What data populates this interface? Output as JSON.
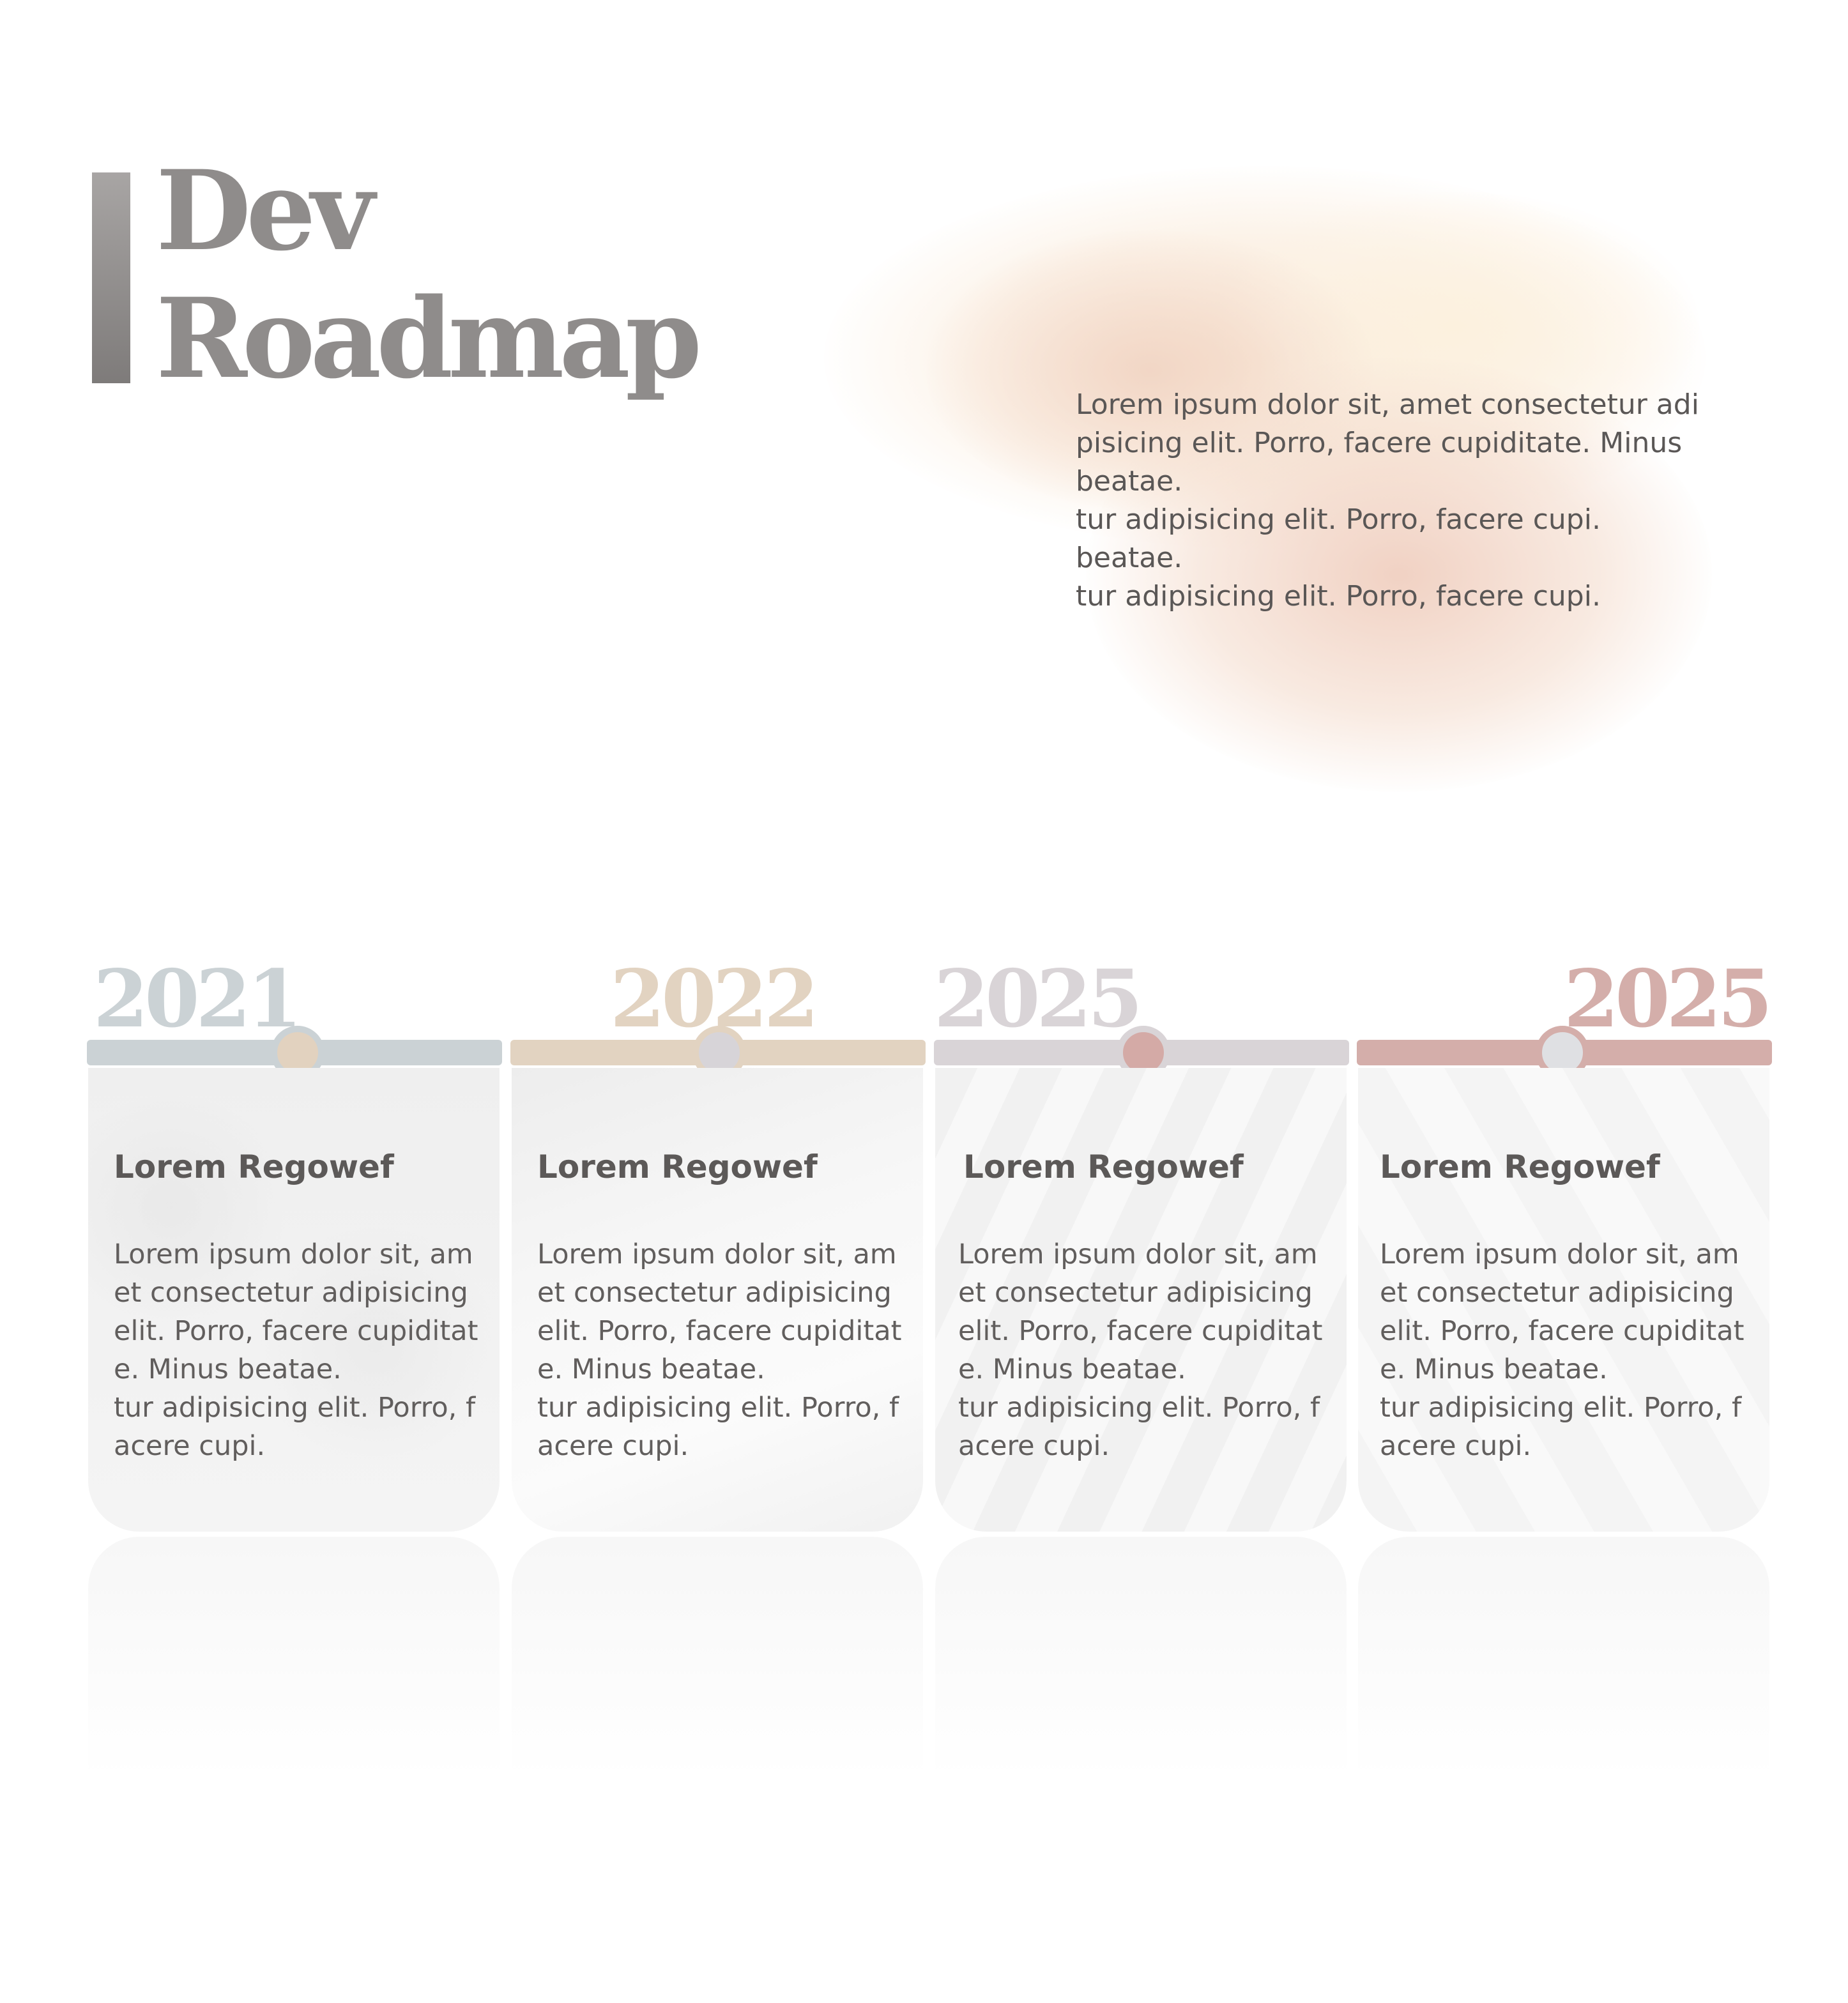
{
  "title": {
    "line1": "Dev",
    "line2": "Roadmap"
  },
  "intro_text": "Lorem ipsum dolor sit, amet consectetur adi\npisicing elit. Porro, facere cupiditate. Minus\nbeatae.\ntur adipisicing elit. Porro, facere cupi.\nbeatae.\ntur adipisicing elit. Porro, facere cupi.",
  "timeline": [
    {
      "year": "2021",
      "heading": "Lorem Regowef",
      "body": "Lorem ipsum dolor sit, am\net consectetur adipisicing\nelit. Porro, facere cupiditat\ne. Minus beatae.\ntur adipisicing elit. Porro, f\nacere cupi.",
      "accent": "#cbd2d5",
      "dot_fill": "#e2d2bf",
      "dot_ring": "#cbd2d5"
    },
    {
      "year": "2022",
      "heading": "Lorem Regowef",
      "body": "Lorem ipsum dolor sit, am\net consectetur adipisicing\nelit. Porro, facere cupiditat\ne. Minus beatae.\ntur adipisicing elit. Porro, f\nacere cupi.",
      "accent": "#e2d3c1",
      "dot_fill": "#d7d4d8",
      "dot_ring": "#e2d3c1"
    },
    {
      "year": "2025",
      "heading": "Lorem Regowef",
      "body": "Lorem ipsum dolor sit, am\net consectetur adipisicing\nelit. Porro, facere cupiditat\ne. Minus beatae.\ntur adipisicing elit. Porro, f\nacere cupi.",
      "accent": "#d9d4d7",
      "dot_fill": "#d4aaa6",
      "dot_ring": "#d9d4d7"
    },
    {
      "year": "2025",
      "heading": "Lorem Regowef",
      "body": "Lorem ipsum dolor sit, am\net consectetur adipisicing\nelit. Porro, facere cupiditat\ne. Minus beatae.\ntur adipisicing elit. Porro, f\nacere cupi.",
      "accent": "#d4aeaa",
      "dot_fill": "#dfe0e3",
      "dot_ring": "#d4aeaa"
    }
  ]
}
